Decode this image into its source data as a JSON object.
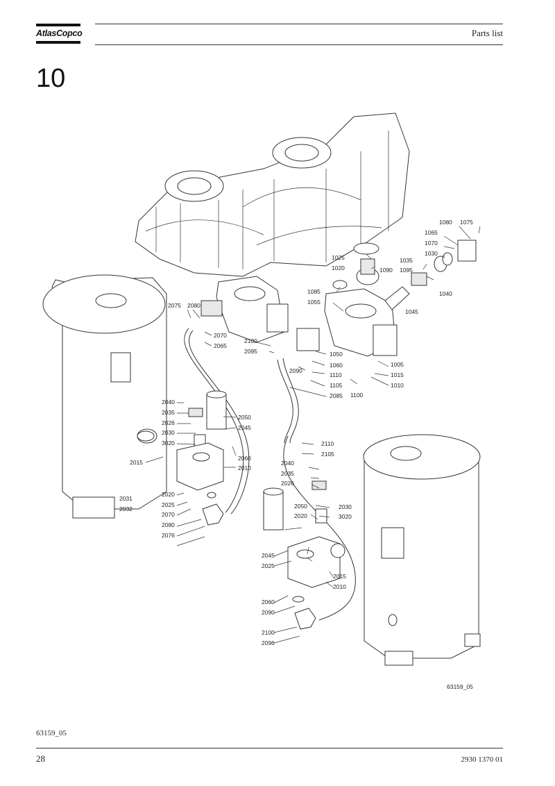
{
  "header": {
    "brand": "AtlasCopco",
    "title": "Parts list"
  },
  "section_number": "10",
  "figure": {
    "image_ref": "63159_05",
    "callouts": [
      "1080",
      "1075",
      "1065",
      "1070",
      "1030",
      "1035",
      "1095",
      "1040",
      "1045",
      "1025",
      "1020",
      "1090",
      "1085",
      "1055",
      "2075",
      "2080",
      "2070",
      "2065",
      "2100",
      "2095",
      "1050",
      "1060",
      "1110",
      "1105",
      "1100",
      "1005",
      "1015",
      "1010",
      "2090",
      "2085",
      "2040",
      "2035",
      "2026",
      "2030",
      "3020",
      "2050",
      "2045",
      "2060",
      "2010",
      "2015",
      "2020",
      "2025",
      "2070",
      "2080",
      "2076",
      "2031",
      "2032",
      "2110",
      "2105",
      "2040",
      "2035",
      "2026",
      "2050",
      "2020",
      "2030",
      "3020",
      "2045",
      "2025",
      "2015",
      "2010",
      "2060",
      "2090",
      "2100",
      "2096"
    ]
  },
  "figure_caption": "63159_05",
  "footer": {
    "page_number": "28",
    "document_number": "2930 1370 01"
  }
}
